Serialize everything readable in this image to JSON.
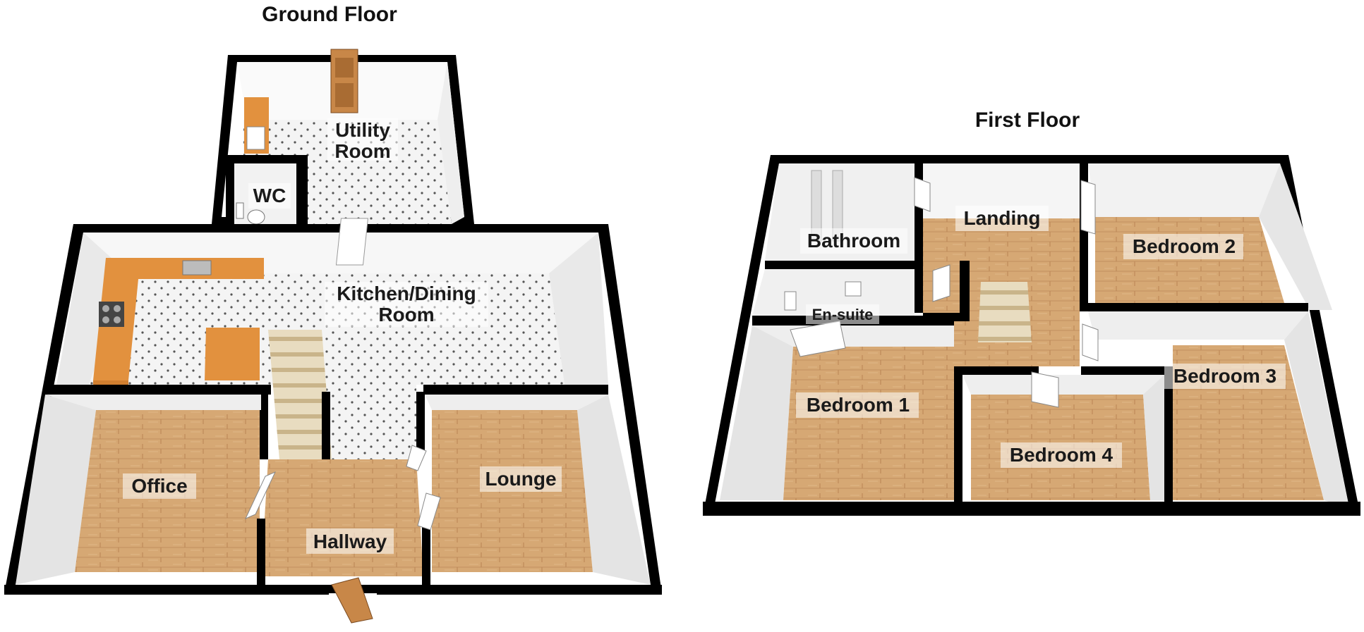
{
  "floors": {
    "ground": {
      "title": "Ground Floor",
      "rooms": {
        "utility": [
          "Utility",
          "Room"
        ],
        "wc": "WC",
        "kitchen": [
          "Kitchen/Dining",
          "Room"
        ],
        "office": "Office",
        "lounge": "Lounge",
        "hallway": "Hallway"
      }
    },
    "first": {
      "title": "First Floor",
      "rooms": {
        "bathroom": "Bathroom",
        "landing": "Landing",
        "bedroom2": "Bedroom 2",
        "ensuite": "En-suite",
        "bedroom1": "Bedroom 1",
        "bedroom3": "Bedroom 3",
        "bedroom4": "Bedroom 4"
      }
    }
  },
  "colors": {
    "wall": "#000000",
    "wood_floor": "#d6a874",
    "tile_floor": "#f4f4f4",
    "tile_dot": "#555555",
    "worktop": "#e2913e",
    "stairs": "#e8dcc0",
    "door": "#c88748"
  }
}
